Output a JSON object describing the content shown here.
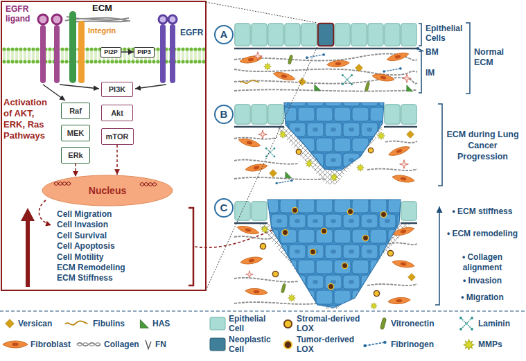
{
  "diagram": {
    "nodes": [
      {
        "text": [
          "PI2P"
        ]
      },
      {
        "text": [
          "PIP3"
        ]
      },
      {
        "text": [
          "Raf"
        ]
      },
      {
        "text": [
          "MEK"
        ]
      },
      {
        "text": [
          "ERk"
        ]
      },
      {
        "text": [
          "PI3K"
        ]
      },
      {
        "text": [
          "Akt"
        ]
      },
      {
        "text": [
          "mTOR"
        ]
      },
      {
        "text": [
          "Nucleus"
        ]
      },
      {
        "text": [
          "A"
        ]
      },
      {
        "text": [
          "B"
        ]
      },
      {
        "text": [
          "C"
        ]
      }
    ],
    "edges": [
      {
        "from": 0,
        "to": 1,
        "arrow": "to"
      },
      {
        "from": 4,
        "to": 8,
        "arrow": "to"
      },
      {
        "from": 7,
        "to": 8,
        "arrow": "to"
      }
    ],
    "labels": [
      "EGFR ligand",
      "ECM",
      "Integrin",
      "EGFR",
      "Activation of AKT, ERK, Ras Pathways",
      "Cell Migration",
      "Cell Invasion",
      "Cell Survival",
      "Cell Apoptosis",
      "Cell Motility",
      "ECM Remodeling",
      "ECM Stiffness",
      "Epithelial Cells",
      "BM",
      "IM",
      "Normal ECM",
      "ECM during Lung Cancer Progression",
      "• ECM stiffness",
      "• ECM remodeling",
      "• Collagen alignment",
      "• Invasion",
      "• Migration"
    ],
    "legend": [
      {
        "text": "Versican"
      },
      {
        "text": "Fibulins"
      },
      {
        "text": "HAS"
      },
      {
        "text": "Epithelial Cell"
      },
      {
        "text": "Stromal-derived LOX"
      },
      {
        "text": "Vitronectin"
      },
      {
        "text": "Laminin"
      },
      {
        "text": "Fibroblast"
      },
      {
        "text": "Collagen"
      },
      {
        "text": "FN"
      },
      {
        "text": "Neoplastic Cell"
      },
      {
        "text": "Tumor-derived LOX"
      },
      {
        "text": "Fibrinogen"
      },
      {
        "text": "MMPs"
      }
    ]
  }
}
